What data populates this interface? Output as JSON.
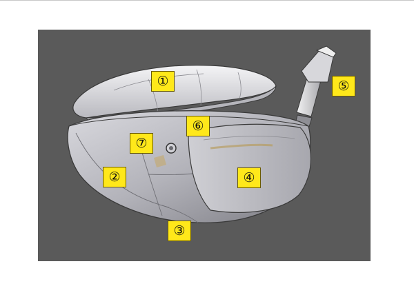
{
  "diagram": {
    "colors": {
      "background": "#5a5a5a",
      "callout_fill": "#ffe81a",
      "callout_border": "#6a5a00",
      "part_fill": "#e9e9ec",
      "part_shadow": "#9a9aa0",
      "outline": "#3a3a3a"
    },
    "callouts": [
      {
        "id": "1",
        "label": "①"
      },
      {
        "id": "2",
        "label": "②"
      },
      {
        "id": "3",
        "label": "③"
      },
      {
        "id": "4",
        "label": "④"
      },
      {
        "id": "5",
        "label": "⑤"
      },
      {
        "id": "6",
        "label": "⑥"
      },
      {
        "id": "7",
        "label": "⑦"
      }
    ]
  }
}
